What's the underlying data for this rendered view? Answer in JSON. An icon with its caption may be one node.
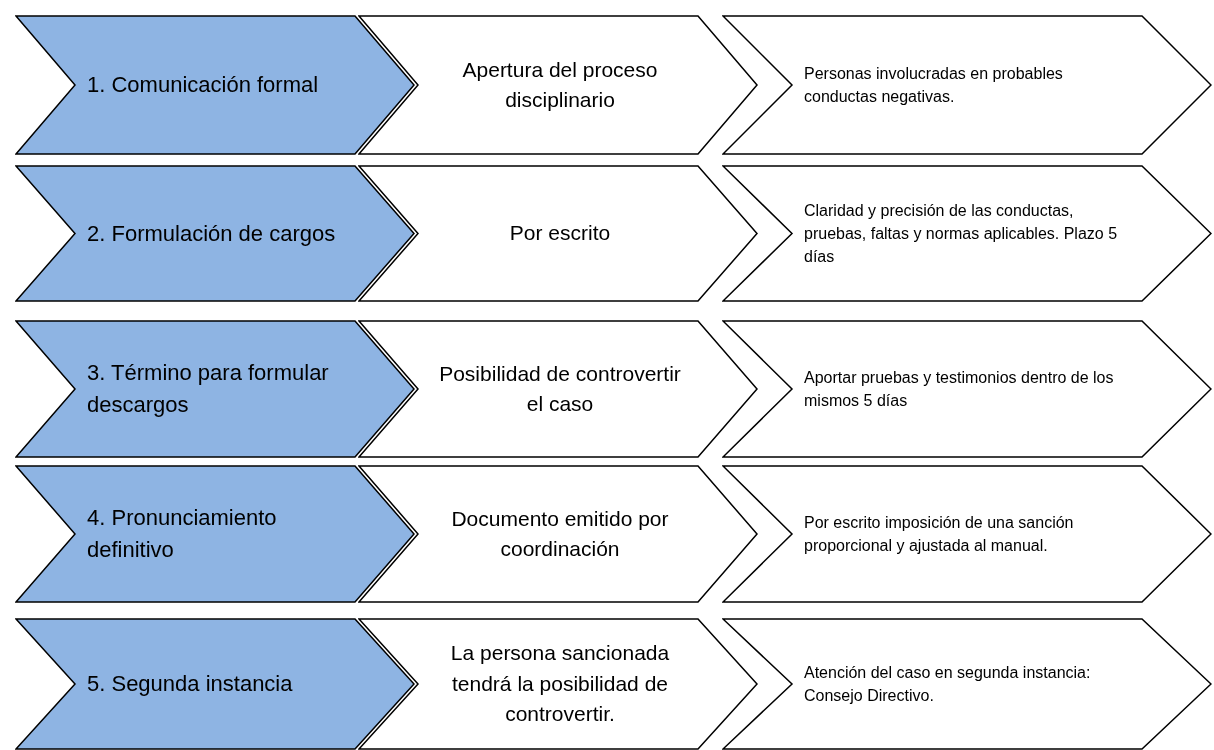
{
  "diagram": {
    "nodes": [
      {
        "text": [
          "1. Comunicación formal"
        ]
      },
      {
        "text": [
          "Apertura del proceso disciplinario"
        ]
      },
      {
        "text": [
          "Personas involucradas en probables conductas negativas."
        ]
      },
      {
        "text": [
          "2. Formulación de cargos"
        ]
      },
      {
        "text": [
          "Por escrito"
        ]
      },
      {
        "text": [
          "Claridad y precisión de las conductas, pruebas, faltas y normas aplicables. Plazo 5 días"
        ]
      },
      {
        "text": [
          "3. Término para formular descargos"
        ]
      },
      {
        "text": [
          "Posibilidad de controvertir el caso"
        ]
      },
      {
        "text": [
          "Aportar pruebas y testimonios dentro de los mismos 5 días"
        ]
      },
      {
        "text": [
          "4. Pronunciamiento definitivo"
        ]
      },
      {
        "text": [
          "Documento emitido por coordinación"
        ]
      },
      {
        "text": [
          "Por escrito imposición de una sanción proporcional y ajustada al manual."
        ]
      },
      {
        "text": [
          "5. Segunda instancia"
        ]
      },
      {
        "text": [
          "La persona sancionada tendrá la posibilidad de controvertir."
        ]
      },
      {
        "text": [
          "Atención del caso en segunda instancia: Consejo Directivo."
        ]
      }
    ],
    "edges": []
  }
}
